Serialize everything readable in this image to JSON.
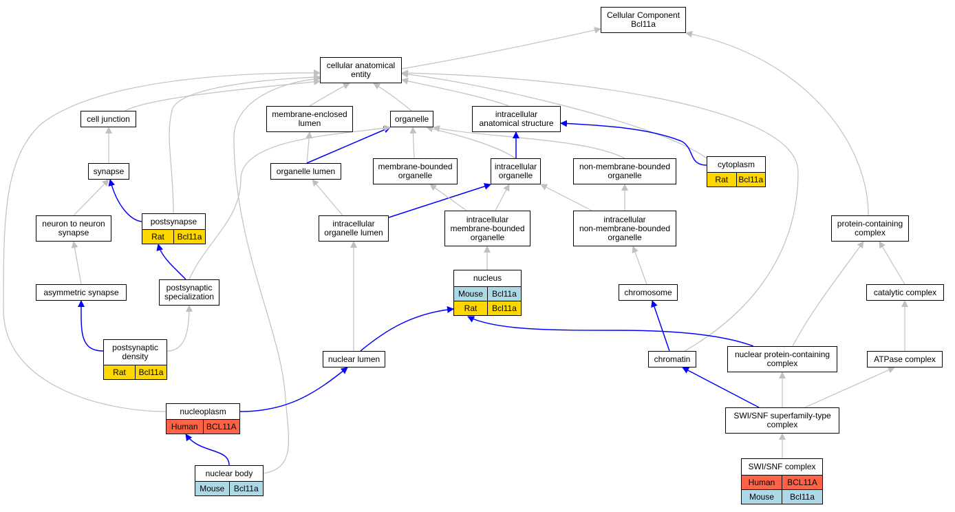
{
  "colors": {
    "edge_default": "#c0c0c0",
    "edge_annotated": "#0000ff",
    "Rat": "#ffd700",
    "Mouse": "#add8e6",
    "Human": "#ff6347"
  },
  "nodes": {
    "root": {
      "label": "Cellular Component\nBcl11a"
    },
    "cae": {
      "label": "cellular anatomical\nentity"
    },
    "celljunction": {
      "label": "cell junction"
    },
    "mel": {
      "label": "membrane-enclosed\nlumen"
    },
    "organelle": {
      "label": "organelle"
    },
    "ias": {
      "label": "intracellular\nanatomical structure"
    },
    "synapse": {
      "label": "synapse"
    },
    "orglumen": {
      "label": "organelle lumen"
    },
    "mbo": {
      "label": "membrane-bounded\norganelle"
    },
    "intorg": {
      "label": "intracellular\norganelle"
    },
    "nmbo": {
      "label": "non-membrane-bounded\norganelle"
    },
    "cytoplasm": {
      "label": "cytoplasm",
      "annotations": [
        {
          "species": "Rat",
          "gene": "Bcl11a"
        }
      ]
    },
    "n2n": {
      "label": "neuron to neuron\nsynapse"
    },
    "postsynapse": {
      "label": "postsynapse",
      "annotations": [
        {
          "species": "Rat",
          "gene": "Bcl11a"
        }
      ]
    },
    "iol": {
      "label": "intracellular\norganelle lumen"
    },
    "imbo": {
      "label": "intracellular\nmembrane-bounded\norganelle"
    },
    "inmbo": {
      "label": "intracellular\nnon-membrane-bounded\norganelle"
    },
    "pcc": {
      "label": "protein-containing\ncomplex"
    },
    "nucleus": {
      "label": "nucleus",
      "annotations": [
        {
          "species": "Mouse",
          "gene": "Bcl11a"
        },
        {
          "species": "Rat",
          "gene": "Bcl11a"
        }
      ]
    },
    "asym": {
      "label": "asymmetric synapse"
    },
    "pss": {
      "label": "postsynaptic\nspecialization"
    },
    "chromosome": {
      "label": "chromosome"
    },
    "catcomplex": {
      "label": "catalytic complex"
    },
    "psd": {
      "label": "postsynaptic\ndensity",
      "annotations": [
        {
          "species": "Rat",
          "gene": "Bcl11a"
        }
      ]
    },
    "nuclumen": {
      "label": "nuclear lumen"
    },
    "chromatin": {
      "label": "chromatin"
    },
    "npcc": {
      "label": "nuclear protein-containing\ncomplex"
    },
    "atpase": {
      "label": "ATPase complex"
    },
    "nucleoplasm": {
      "label": "nucleoplasm",
      "annotations": [
        {
          "species": "Human",
          "gene": "BCL11A"
        }
      ]
    },
    "swisnf_sf": {
      "label": "SWI/SNF superfamily-type\ncomplex"
    },
    "nucbody": {
      "label": "nuclear body",
      "annotations": [
        {
          "species": "Mouse",
          "gene": "Bcl11a"
        }
      ]
    },
    "swisnf": {
      "label": "SWI/SNF complex",
      "annotations": [
        {
          "species": "Human",
          "gene": "BCL11A"
        },
        {
          "species": "Mouse",
          "gene": "Bcl11a"
        }
      ]
    }
  },
  "edges": [
    {
      "from": "cae",
      "to": "root",
      "type": "default"
    },
    {
      "from": "pcc",
      "to": "root",
      "type": "default"
    },
    {
      "from": "celljunction",
      "to": "cae",
      "type": "default"
    },
    {
      "from": "mel",
      "to": "cae",
      "type": "default"
    },
    {
      "from": "organelle",
      "to": "cae",
      "type": "default"
    },
    {
      "from": "ias",
      "to": "cae",
      "type": "default"
    },
    {
      "from": "cytoplasm",
      "to": "cae",
      "type": "default"
    },
    {
      "from": "postsynapse",
      "to": "cae",
      "type": "default"
    },
    {
      "from": "nucbody",
      "to": "cae",
      "type": "default"
    },
    {
      "from": "nucleoplasm",
      "to": "cae",
      "type": "default"
    },
    {
      "from": "chromatin",
      "to": "cae",
      "type": "default"
    },
    {
      "from": "synapse",
      "to": "celljunction",
      "type": "default"
    },
    {
      "from": "orglumen",
      "to": "mel",
      "type": "default"
    },
    {
      "from": "orglumen",
      "to": "organelle",
      "type": "annotated"
    },
    {
      "from": "mbo",
      "to": "organelle",
      "type": "default"
    },
    {
      "from": "intorg",
      "to": "organelle",
      "type": "default"
    },
    {
      "from": "nmbo",
      "to": "organelle",
      "type": "default"
    },
    {
      "from": "pss",
      "to": "organelle",
      "type": "default"
    },
    {
      "from": "intorg",
      "to": "ias",
      "type": "annotated"
    },
    {
      "from": "cytoplasm",
      "to": "ias",
      "type": "annotated"
    },
    {
      "from": "n2n",
      "to": "synapse",
      "type": "default"
    },
    {
      "from": "postsynapse",
      "to": "synapse",
      "type": "annotated"
    },
    {
      "from": "iol",
      "to": "orglumen",
      "type": "default"
    },
    {
      "from": "iol",
      "to": "intorg",
      "type": "annotated"
    },
    {
      "from": "imbo",
      "to": "mbo",
      "type": "default"
    },
    {
      "from": "imbo",
      "to": "intorg",
      "type": "default"
    },
    {
      "from": "inmbo",
      "to": "intorg",
      "type": "default"
    },
    {
      "from": "inmbo",
      "to": "nmbo",
      "type": "default"
    },
    {
      "from": "asym",
      "to": "n2n",
      "type": "default"
    },
    {
      "from": "pss",
      "to": "postsynapse",
      "type": "annotated"
    },
    {
      "from": "nuclumen",
      "to": "iol",
      "type": "default"
    },
    {
      "from": "nucleus",
      "to": "imbo",
      "type": "default"
    },
    {
      "from": "chromosome",
      "to": "inmbo",
      "type": "default"
    },
    {
      "from": "catcomplex",
      "to": "pcc",
      "type": "default"
    },
    {
      "from": "npcc",
      "to": "pcc",
      "type": "default"
    },
    {
      "from": "psd",
      "to": "asym",
      "type": "annotated"
    },
    {
      "from": "psd",
      "to": "pss",
      "type": "default"
    },
    {
      "from": "nuclumen",
      "to": "nucleus",
      "type": "annotated"
    },
    {
      "from": "npcc",
      "to": "nucleus",
      "type": "annotated"
    },
    {
      "from": "chromatin",
      "to": "chromosome",
      "type": "annotated"
    },
    {
      "from": "atpase",
      "to": "catcomplex",
      "type": "default"
    },
    {
      "from": "nucleoplasm",
      "to": "nuclumen",
      "type": "annotated"
    },
    {
      "from": "swisnf_sf",
      "to": "chromatin",
      "type": "annotated"
    },
    {
      "from": "swisnf_sf",
      "to": "npcc",
      "type": "default"
    },
    {
      "from": "swisnf_sf",
      "to": "atpase",
      "type": "default"
    },
    {
      "from": "nucbody",
      "to": "nucleoplasm",
      "type": "annotated"
    },
    {
      "from": "swisnf",
      "to": "swisnf_sf",
      "type": "default"
    }
  ]
}
